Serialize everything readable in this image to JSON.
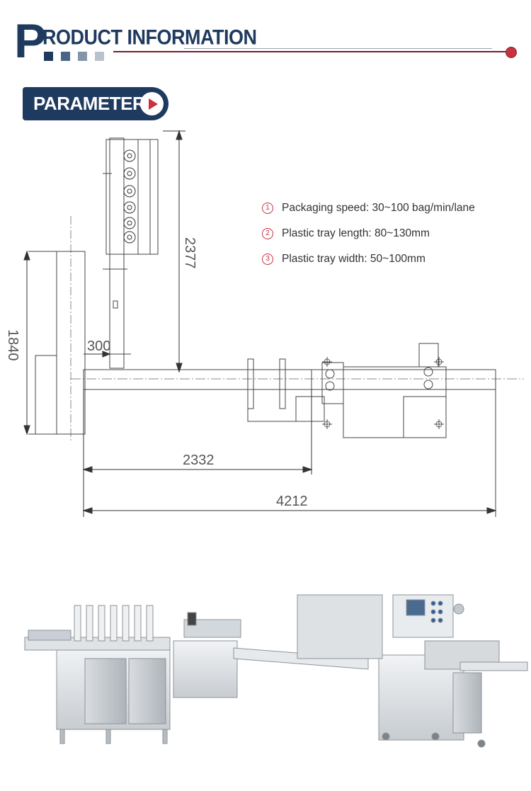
{
  "header": {
    "big_letter": "P",
    "title": "RODUCT INFORMATION",
    "squares": [
      "#1f3a5f",
      "#4a6584",
      "#8595a8",
      "#b9c2cc"
    ]
  },
  "badge": {
    "label": "PARAMETER"
  },
  "drawing": {
    "dimensions": [
      "2377",
      "1840",
      "300",
      "2332",
      "4212"
    ]
  },
  "specs": [
    {
      "num": "1",
      "text": "Packaging speed: 30~100 bag/min/lane"
    },
    {
      "num": "2",
      "text": "Plastic tray length: 80~130mm"
    },
    {
      "num": "3",
      "text": "Plastic tray width: 50~100mm"
    }
  ],
  "colors": {
    "navy": "#1f3a5f",
    "accent": "#c8323f"
  }
}
